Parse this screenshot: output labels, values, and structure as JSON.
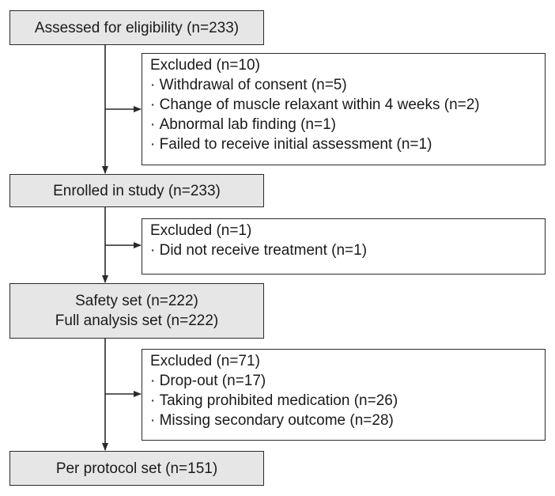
{
  "flow": {
    "assessed": {
      "label": "Assessed for eligibility (n=233)"
    },
    "excluded_1": {
      "title": "Excluded (n=10)",
      "items": [
        "Withdrawal of consent (n=5)",
        "Change of muscle relaxant within 4 weeks (n=2)",
        "Abnormal lab finding (n=1)",
        "Failed to receive initial assessment (n=1)"
      ]
    },
    "enrolled": {
      "label": "Enrolled in study (n=233)"
    },
    "excluded_2": {
      "title": "Excluded (n=1)",
      "items": [
        "Did not receive treatment (n=1)"
      ]
    },
    "safety": {
      "line1": "Safety set (n=222)",
      "line2": "Full analysis set (n=222)"
    },
    "excluded_3": {
      "title": "Excluded (n=71)",
      "items": [
        "Drop-out (n=17)",
        "Taking prohibited medication (n=26)",
        "Missing secondary outcome (n=28)"
      ]
    },
    "per_protocol": {
      "label": "Per protocol set (n=151)"
    }
  },
  "colors": {
    "main_box_fill": "#e6e6e6",
    "exclusion_box_fill": "#ffffff",
    "line": "#2a2a2a"
  }
}
